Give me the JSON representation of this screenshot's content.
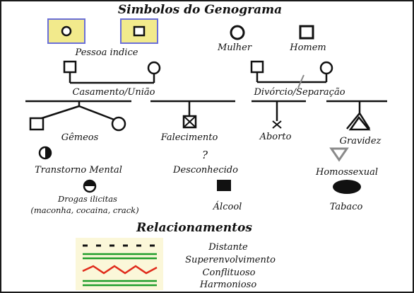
{
  "title": "Simbolos do Genograma",
  "symbols": {
    "pessoa_indice": "Pessoa indice",
    "mulher": "Mulher",
    "homem": "Homem",
    "casamento": "Casamento/União",
    "divorcio": "Divórcio/Separação",
    "gemeos": "Gêmeos",
    "falecimento": "Falecimento",
    "aborto": "Aborto",
    "gravidez": "Gravidez",
    "transtorno": "Transtorno Mental",
    "desconhecido": "Desconhecido",
    "desconhecido_glyph": "?",
    "homossexual": "Homossexual",
    "drogas_line1": "Drogas ilicitas",
    "drogas_line2": "(maconha, cocaina, crack)",
    "alcool": "Álcool",
    "tabaco": "Tabaco"
  },
  "relacionamentos": {
    "title": "Relacionamentos",
    "items": [
      "Distante",
      "Superenvolvimento",
      "Conflituoso",
      "Harmonioso"
    ]
  },
  "colors": {
    "index_box": "#f2ea8c",
    "index_border": "#6a6fd8",
    "legend_bg": "#fbf7d9",
    "green": "#1f9d2a",
    "red": "#e02a1a",
    "ink": "#111111",
    "pregnancy_gray": "#8a8a8a"
  }
}
